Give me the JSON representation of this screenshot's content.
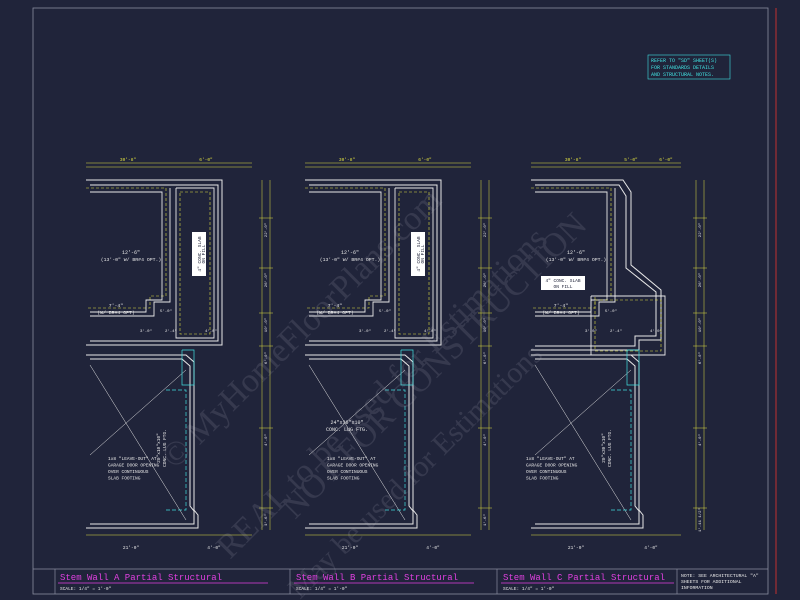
{
  "note_top": [
    "REFER TO \"SD\" SHEET(S)",
    "FOR STANDARDS DETAILS",
    "AND STRUCTURAL NOTES."
  ],
  "watermark": [
    "© MyHomeFloorPlans.com",
    "NOT FOR CONSTRUCTION",
    "REAL to be used for Estimations",
    "May be used for Estimations"
  ],
  "plans": [
    {
      "title": "Stem Wall A Partial Structural",
      "scale": "SCALE: 1/4\" = 1'-0\"",
      "dims_top": [
        "30'-8\"",
        "6'-0\""
      ],
      "dims_bottom": [
        "21'-0\"",
        "4'-0\""
      ],
      "room_label": [
        "12'-6\"",
        "(13'-0\" W/ BR#4 OPT.)"
      ],
      "slab_label": [
        "4\" CONC. SLAB",
        "ON FILL"
      ],
      "rear_label": [
        "7'-4\"",
        "(W/ BR#4 OPT)"
      ],
      "ftg_label": [
        "20\"x10\"x10\"",
        "CONC. LUG FTG."
      ],
      "leave_label": [
        "1x8 \"LEAVE-OUT\" AT",
        "GARAGE DOOR OPENING",
        "OVER CONTINUOUS",
        "SLAB FOOTING"
      ],
      "small_dims": [
        "5'-0\"",
        "2'-4\"",
        "4'-0\"",
        "3'-0\""
      ],
      "right_dims": [
        "22'-0\"",
        "26'-0\"",
        "10'-0\"",
        "6'-0\"",
        "4'-0\"",
        "1'-6\""
      ]
    },
    {
      "title": "Stem Wall B Partial Structural",
      "scale": "SCALE: 1/4\" = 1'-0\"",
      "dims_top": [
        "30'-8\"",
        "6'-0\""
      ],
      "dims_bottom": [
        "21'-0\"",
        "4'-0\""
      ],
      "room_label": [
        "12'-6\"",
        "(13'-0\" W/ BR#4 OPT.)"
      ],
      "slab_label": [
        "4\" CONC. SLAB",
        "ON FILL"
      ],
      "rear_label": [
        "7'-4\"",
        "(W/ BR#4 OPT)"
      ],
      "ftg_label": [
        "24\"x30\"x10\"",
        "CONC. LUG FTG."
      ],
      "leave_label": [
        "1x8 \"LEAVE-OUT\" AT",
        "GARAGE DOOR OPENING",
        "OVER CONTINUOUS",
        "SLAB FOOTING"
      ],
      "small_dims": [
        "5'-0\"",
        "2'-4\"",
        "4'-0\"",
        "3'-0\""
      ],
      "right_dims": [
        "22'-0\"",
        "26'-0\"",
        "10'-0\"",
        "6'-0\"",
        "4'-0\"",
        "1'-6\""
      ]
    },
    {
      "title": "Stem Wall C Partial Structural",
      "scale": "SCALE: 1/4\" = 1'-0\"",
      "dims_top": [
        "30'-8\"",
        "5'-0\"",
        "6'-0\""
      ],
      "dims_bottom": [
        "21'-0\"",
        "4'-0\""
      ],
      "room_label": [
        "12'-6\"",
        "(13'-0\" W/ BR#4 OPT.)"
      ],
      "slab_label": [
        "4\" CONC. SLAB",
        "ON FILL"
      ],
      "rear_label": [
        "7'-4\"",
        "(W/ BR#4 OPT)"
      ],
      "ftg_label": [
        "20\"x30\"x10\"",
        "CONC. LUG FTG."
      ],
      "leave_label": [
        "1x8 \"LEAVE-OUT\" AT",
        "GARAGE DOOR OPENING",
        "OVER CONTINUOUS",
        "SLAB FOOTING"
      ],
      "small_dims": [
        "5'-0\"",
        "2'-4\"",
        "4'-0\"",
        "3'-0\""
      ],
      "right_dims": [
        "22'-0\"",
        "26'-0\"",
        "10'-0\"",
        "6'-0\"",
        "4'-0\"",
        "1'-11 1/2\""
      ]
    }
  ],
  "note_bottom": [
    "NOTE: SEE ARCHITECTURAL \"A\"",
    "SHEETS FOR ADDITIONAL",
    "INFORMATION"
  ],
  "colors": {
    "background": "#20243a",
    "wall": "#e8e8e8",
    "dim": "#e0e040",
    "cyan": "#40e0e0",
    "magenta": "#e040e0",
    "border": "#c03030"
  }
}
